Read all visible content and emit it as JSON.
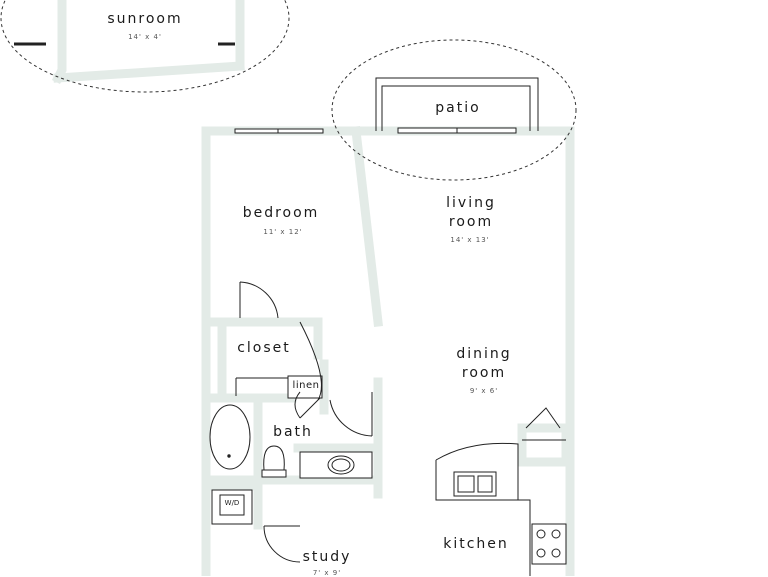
{
  "rooms": {
    "sunroom": {
      "name": "sunroom",
      "dim": "14' x 4'"
    },
    "patio": {
      "name": "patio"
    },
    "bedroom": {
      "name": "bedroom",
      "dim": "11' x 12'"
    },
    "living_room": {
      "name_line1": "living",
      "name_line2": "room",
      "dim": "14' x 13'"
    },
    "closet": {
      "name": "closet"
    },
    "linen": {
      "name": "linen"
    },
    "dining_room": {
      "name_line1": "dining",
      "name_line2": "room",
      "dim": "9' x 6'"
    },
    "bath": {
      "name": "bath"
    },
    "wd": {
      "name": "W/D"
    },
    "study": {
      "name": "study",
      "dim": "7' x 9'"
    },
    "kitchen": {
      "name": "kitchen"
    }
  },
  "colors": {
    "wall": "#e3ebe7",
    "line": "#222222",
    "text": "#1a1a1a"
  }
}
